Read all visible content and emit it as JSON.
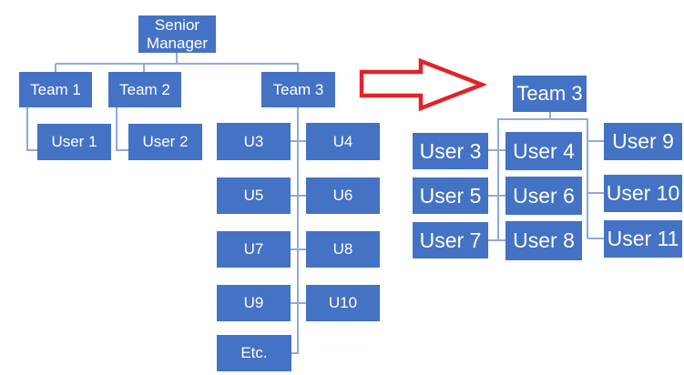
{
  "colors": {
    "box": "#4472C4",
    "connector": "#8FAADC",
    "arrow": "#E32227",
    "text": "#FFFFFF",
    "canvas": "#FFFFFF"
  },
  "left_diagram": {
    "root": "Senior Manager",
    "teams": {
      "t1": "Team 1",
      "t2": "Team 2",
      "t3": "Team 3"
    },
    "users": {
      "u1": "User 1",
      "u2": "User 2",
      "u3": "U3",
      "u4": "U4",
      "u5": "U5",
      "u6": "U6",
      "u7": "U7",
      "u8": "U8",
      "u9": "U9",
      "u10": "U10",
      "etc": "Etc."
    }
  },
  "right_diagram": {
    "root": "Team 3",
    "users": {
      "u3": "User 3",
      "u4": "User 4",
      "u5": "User 5",
      "u6": "User 6",
      "u7": "User 7",
      "u8": "User 8",
      "u9": "User 9",
      "u10": "User 10",
      "u11": "User 11"
    }
  }
}
